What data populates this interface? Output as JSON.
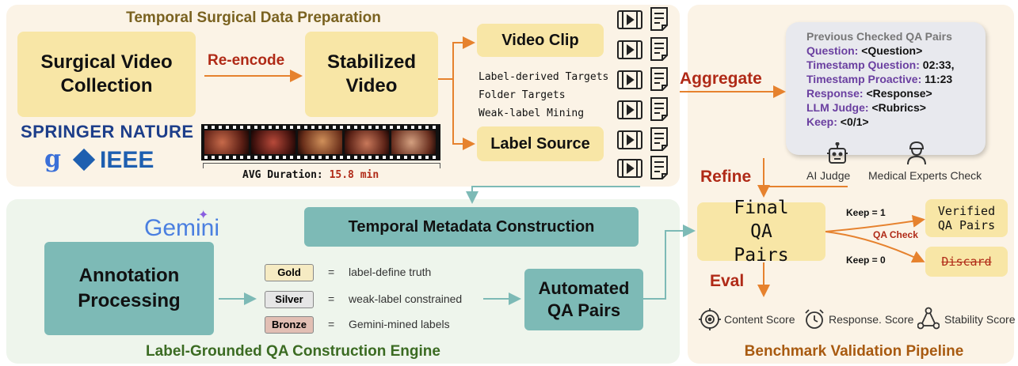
{
  "top_left": {
    "title": "Temporal Surgical Data Preparation",
    "collection": "Surgical Video Collection",
    "reencode": "Re-encode",
    "stabilized": "Stabilized Video",
    "video_clip": "Video Clip",
    "label_source": "Label Source",
    "targets": [
      "Label-derived Targets",
      "Folder Targets",
      "Weak-label Mining"
    ],
    "avg_label": "AVG Duration:",
    "avg_value": "15.8 min",
    "logos": [
      "SPRINGER NATURE",
      "IEEE"
    ]
  },
  "aggregate": "Aggregate",
  "refine": "Refine",
  "eval": "Eval",
  "qa_card": {
    "title": "Previous Checked QA Pairs",
    "rows": [
      {
        "key": "Question:",
        "value": "<Question>"
      },
      {
        "key": "Timestamp Question:",
        "value": "02:33,"
      },
      {
        "key": "Timestamp Proactive:",
        "value": "11:23"
      },
      {
        "key": "Response:",
        "value": "<Response>"
      },
      {
        "key": "LLM Judge:",
        "value": "<Rubrics>"
      },
      {
        "key": "Keep:",
        "value": "<0/1>"
      }
    ]
  },
  "judges": {
    "ai": "AI Judge",
    "experts": "Medical Experts Check"
  },
  "final": {
    "final_qa": "Final QA Pairs",
    "keep1": "Keep = 1",
    "keep0": "Keep = 0",
    "qa_check": "QA Check",
    "verified": "Verified QA Pairs",
    "discard": "Discard"
  },
  "scores": [
    "Content Score",
    "Response. Score",
    "Stability Score"
  ],
  "bottom_right_title": "Benchmark Validation Pipeline",
  "bottom_left": {
    "gemini": "Gemini",
    "metadata": "Temporal Metadata Construction",
    "annotation": "Annotation Processing",
    "automated": "Automated QA Pairs",
    "tiers": [
      {
        "tag": "Gold",
        "eq": "=",
        "desc": "label-define truth",
        "color": "#f6ebc3"
      },
      {
        "tag": "Silver",
        "eq": "=",
        "desc": "weak-label constrained",
        "color": "#e6e6e6"
      },
      {
        "tag": "Bronze",
        "eq": "=",
        "desc": "Gemini-mined labels",
        "color": "#e2bfb4"
      }
    ],
    "title": "Label-Grounded QA Construction Engine"
  },
  "colors": {
    "orange": "#e6822e",
    "teal": "#7dbab6",
    "yellow": "#f8e6a6",
    "red": "#b02a17",
    "purple": "#6a3fa0",
    "title_brown": "#7a6220",
    "title_green": "#3b6b22",
    "title_orange": "#a85a10"
  }
}
